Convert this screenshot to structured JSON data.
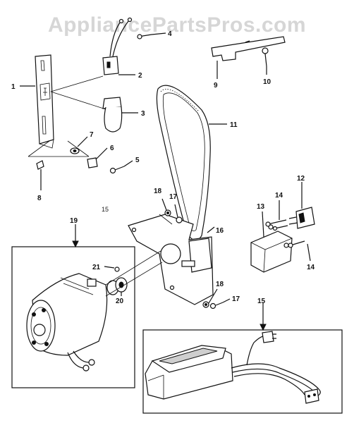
{
  "watermark": "AppliancePartsPros.com",
  "stray_mark": "15",
  "callouts": {
    "c1": "1",
    "c2": "2",
    "c3": "3",
    "c4": "4",
    "c5": "5",
    "c6": "6",
    "c7": "7",
    "c8": "8",
    "c9": "9",
    "c10": "10",
    "c11": "11",
    "c12": "12",
    "c13": "13",
    "c14a": "14",
    "c14b": "14",
    "c15": "15",
    "c16": "16",
    "c17a": "17",
    "c17b": "17",
    "c18a": "18",
    "c18b": "18",
    "c19": "19",
    "c20": "20",
    "c21": "21"
  },
  "icons": [
    "lamp-socket",
    "bulb",
    "belt",
    "motor",
    "foot-controller",
    "capacitor",
    "switch"
  ]
}
